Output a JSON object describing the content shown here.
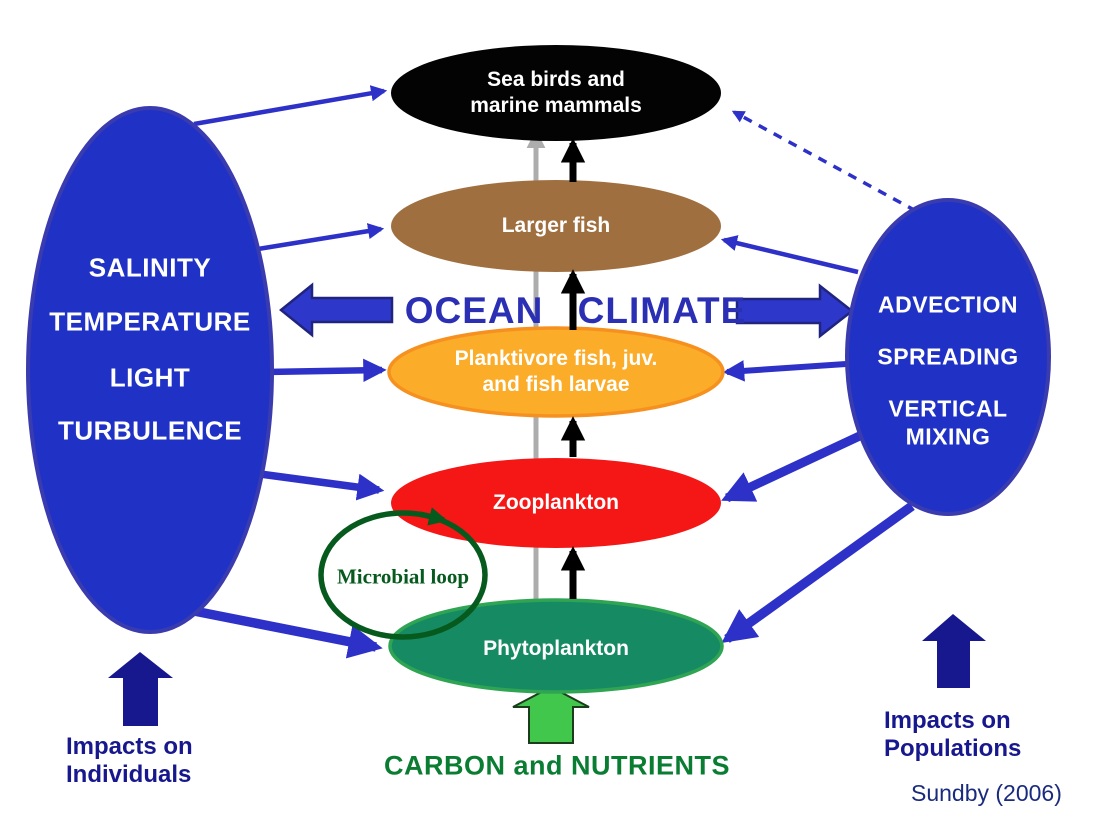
{
  "diagram": {
    "center_label": {
      "word1": "OCEAN",
      "word2": "CLIMATE",
      "color": "#2B2FB4"
    },
    "trophic": {
      "seabirds": {
        "line1": "Sea birds and",
        "line2": "marine mammals",
        "fill": "#030303"
      },
      "larger_fish": {
        "label": "Larger fish",
        "fill": "#A06F3F"
      },
      "planktivore": {
        "line1": "Planktivore fish, juv.",
        "line2": "and fish larvae",
        "fill": "#FBAC29",
        "border": "#F69120"
      },
      "zooplankton": {
        "label": "Zooplankton",
        "fill": "#F51616"
      },
      "phytoplankton": {
        "label": "Phytoplankton",
        "fill": "#168B63",
        "border": "#2FA553"
      }
    },
    "left_drivers": {
      "lines": [
        "SALINITY",
        "TEMPERATURE",
        "LIGHT",
        "TURBULENCE"
      ],
      "fill": "#2032C5"
    },
    "right_drivers": {
      "lines": [
        "ADVECTION",
        "SPREADING",
        "VERTICAL",
        "MIXING"
      ],
      "fill": "#2032C5"
    },
    "microbial_loop": {
      "label": "Microbial loop",
      "color": "#075A1E"
    },
    "carbon": {
      "label": "CARBON and NUTRIENTS",
      "color": "#0A7D33"
    },
    "impacts_left": {
      "line1": "Impacts on",
      "line2": "Individuals",
      "color": "#18188E"
    },
    "impacts_right": {
      "line1": "Impacts on",
      "line2": "Populations",
      "color": "#18188E"
    },
    "citation": "Sundby (2006)",
    "arrow_colors": {
      "blue": "#2E31C8",
      "black": "#000000",
      "gray": "#ADADAD",
      "green_block": "#41C74B",
      "navy": "#18188E"
    }
  }
}
